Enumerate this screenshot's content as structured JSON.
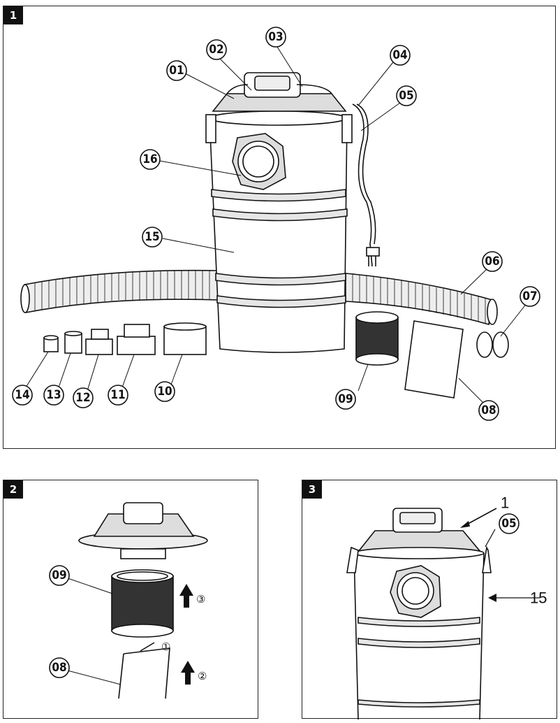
{
  "figures": [
    {
      "tag": "1"
    },
    {
      "tag": "2"
    },
    {
      "tag": "3"
    }
  ],
  "fig1": {
    "callouts": [
      "01",
      "02",
      "03",
      "04",
      "05",
      "06",
      "07",
      "08",
      "09",
      "10",
      "11",
      "12",
      "13",
      "14",
      "15",
      "16"
    ]
  },
  "fig2": {
    "callouts": [
      "09",
      "08"
    ],
    "steps": [
      "①",
      "②",
      "③"
    ]
  },
  "fig3": {
    "callouts": [
      "05"
    ],
    "labels": [
      "1",
      "15"
    ]
  }
}
